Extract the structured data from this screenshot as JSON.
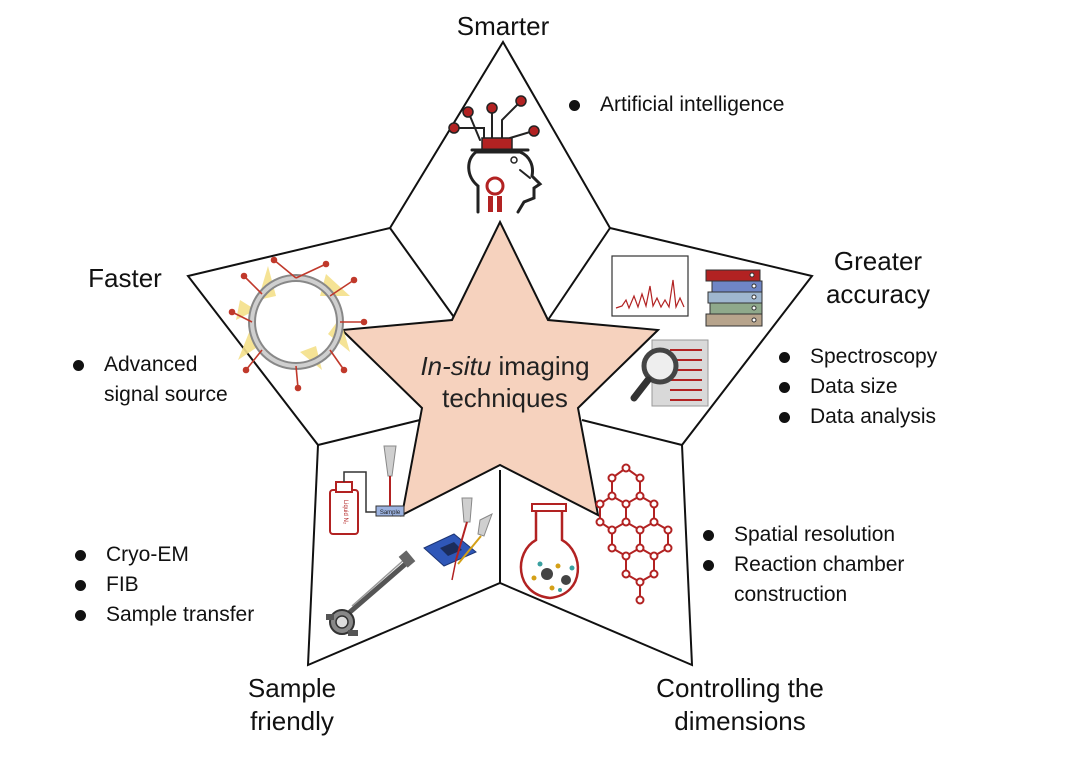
{
  "center": {
    "emph": "In-situ",
    "rest": " imaging",
    "line2": "techniques"
  },
  "arms": {
    "top": {
      "title": "Smarter",
      "bullets": [
        "Artificial intelligence"
      ]
    },
    "left": {
      "title": "Faster",
      "bullets": [
        "Advanced",
        "signal source"
      ]
    },
    "right": {
      "title_line1": "Greater",
      "title_line2": "accuracy",
      "bullets": [
        "Spectroscopy",
        "Data size",
        "Data analysis"
      ]
    },
    "bottom_left": {
      "title_line1": "Sample",
      "title_line2": "friendly",
      "bullets": [
        "Cryo-EM",
        "FIB",
        "Sample transfer"
      ]
    },
    "bottom_right": {
      "title_line1": "Controlling the",
      "title_line2": "dimensions",
      "bullets": [
        "Spatial resolution",
        "Reaction chamber",
        "construction"
      ]
    }
  },
  "icons": {
    "top": "ai-head-circuit-icon",
    "left": "signal-ring-arrows-icon",
    "right": [
      "spectrum-plot-icon",
      "binders-stack-icon",
      "magnifier-document-icon"
    ],
    "bottom_left": [
      "liquid-nitrogen-flask-icon",
      "fib-beam-sample-icon",
      "transfer-rod-icon"
    ],
    "bottom_right": [
      "reaction-flask-icon",
      "molecular-lattice-icon"
    ]
  },
  "icon_labels": {
    "flask": "Liquid N₂",
    "sample": "Sample"
  },
  "colors": {
    "star_fill": "#f6d2be",
    "accent_red": "#b22222",
    "outline": "#111111",
    "highlight_yellow": "#f4e08a",
    "blue": "#3b5fb5"
  }
}
